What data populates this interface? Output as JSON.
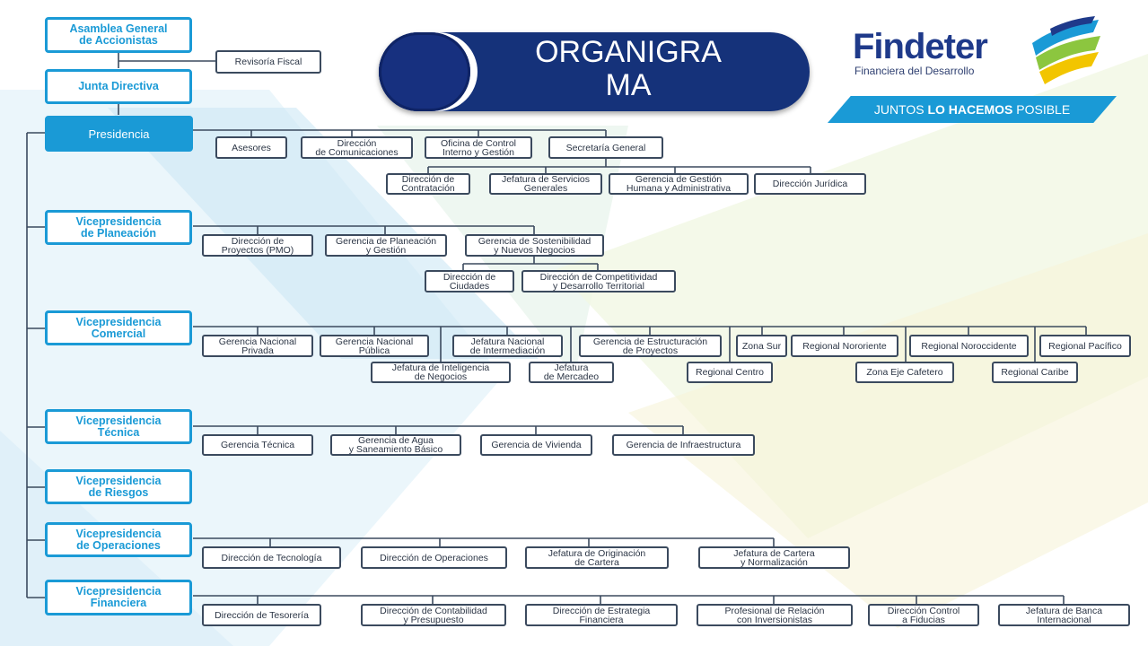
{
  "title": "ORGANIGRA\nMA",
  "brand": {
    "name": "Findeter",
    "subtitle": "Financiera del Desarrollo",
    "slogan_start": "JUNTOS ",
    "slogan_bold": "LO HACEMOS",
    "slogan_end": " POSIBLE"
  },
  "colors": {
    "accent": "#1a9ad6",
    "navy": "#15327a",
    "box_border": "#3b4a5e",
    "logo_green": "#8cc63f",
    "logo_yellow": "#f2c500"
  },
  "main": [
    "Asamblea General\nde Accionistas",
    "Junta Directiva",
    "Presidencia",
    "Vicepresidencia\nde Planeación",
    "Vicepresidencia\nComercial",
    "Vicepresidencia\nTécnica",
    "Vicepresidencia\nde Riesgos",
    "Vicepresidencia\nde Operaciones",
    "Vicepresidencia\nFinanciera"
  ],
  "units": {
    "revisoria": "Revisoría Fiscal",
    "presidencia": [
      "Asesores",
      "Dirección\nde Comunicaciones",
      "Oficina de Control\nInterno y Gestión",
      "Secretaría General"
    ],
    "secretaria": [
      "Dirección de\nContratación",
      "Jefatura de Servicios\nGenerales",
      "Gerencia de Gestión\nHumana y Administrativa",
      "Dirección Jurídica"
    ],
    "planeacion": [
      "Dirección de\nProyectos (PMO)",
      "Gerencia de Planeación\ny Gestión",
      "Gerencia de Sostenibilidad\ny Nuevos Negocios"
    ],
    "sostenibilidad": [
      "Dirección de\nCiudades",
      "Dirección de Competitividad\ny Desarrollo Territorial"
    ],
    "comercial": [
      "Gerencia Nacional\nPrivada",
      "Gerencia Nacional\nPública",
      "Jefatura de Inteligencia\nde Negocios",
      "Jefatura Nacional\nde Intermediación",
      "Jefatura\nde Mercadeo",
      "Gerencia de Estructuración\nde Proyectos",
      "Regional Centro",
      "Zona Sur",
      "Regional Nororiente",
      "Zona Eje Cafetero",
      "Regional Noroccidente",
      "Regional Caribe",
      "Regional Pacífico"
    ],
    "tecnica": [
      "Gerencia Técnica",
      "Gerencia de Agua\ny Saneamiento Básico",
      "Gerencia de Vivienda",
      "Gerencia de Infraestructura"
    ],
    "operaciones": [
      "Dirección de Tecnología",
      "Dirección de Operaciones",
      "Jefatura de Originación\nde Cartera",
      "Jefatura de Cartera\ny Normalización"
    ],
    "financiera": [
      "Dirección de Tesorería",
      "Dirección de Contabilidad\ny Presupuesto",
      "Dirección de Estrategia\nFinanciera",
      "Profesional de Relación\ncon Inversionistas",
      "Dirección Control\na Fiducias",
      "Jefatura de Banca\nInternacional"
    ]
  }
}
